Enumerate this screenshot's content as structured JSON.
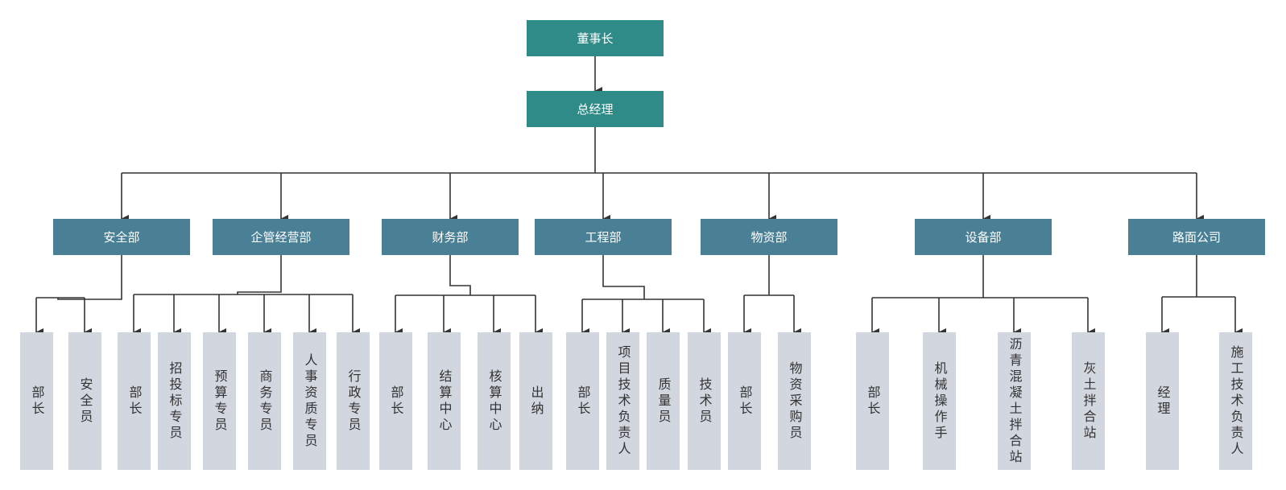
{
  "chairman": "董事长",
  "general_manager": "总经理",
  "departments": [
    {
      "label": "安全部",
      "children": [
        "部长",
        "安全员"
      ]
    },
    {
      "label": "企管经营部",
      "children": [
        "部长",
        "招投标专员",
        "预算专员",
        "商务专员",
        "人事资质专员",
        "行政专员"
      ]
    },
    {
      "label": "财务部",
      "children": [
        "部长",
        "结算中心",
        "核算中心",
        "出纳"
      ]
    },
    {
      "label": "工程部",
      "children": [
        "部长",
        "项目技术负责人",
        "质量员",
        "技术员"
      ]
    },
    {
      "label": "物资部",
      "children": [
        "部长",
        "物资采购员"
      ]
    },
    {
      "label": "设备部",
      "children": [
        "部长",
        "机械操作手",
        "沥青混凝土拌合站",
        "灰土拌合站"
      ]
    },
    {
      "label": "路面公司",
      "children": [
        "经理",
        "施工技术负责人"
      ]
    }
  ],
  "colors": {
    "top": "#2e8b88",
    "department": "#4a8096",
    "leaf": "#d1d6df",
    "line": "#333333"
  }
}
